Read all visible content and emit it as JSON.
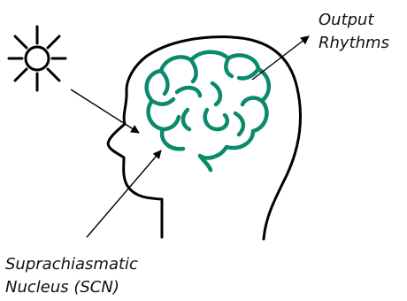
{
  "labels": {
    "output": [
      "Output",
      "Rhythms"
    ],
    "scn": [
      "Suprachiasmatic",
      "Nucleus (SCN)"
    ]
  },
  "icons": [
    "sun-icon",
    "head-silhouette-icon",
    "brain-icon"
  ],
  "colors": {
    "outline": "#000000",
    "brain": "#0a8a6a",
    "text": "#111111",
    "background": "#ffffff"
  }
}
